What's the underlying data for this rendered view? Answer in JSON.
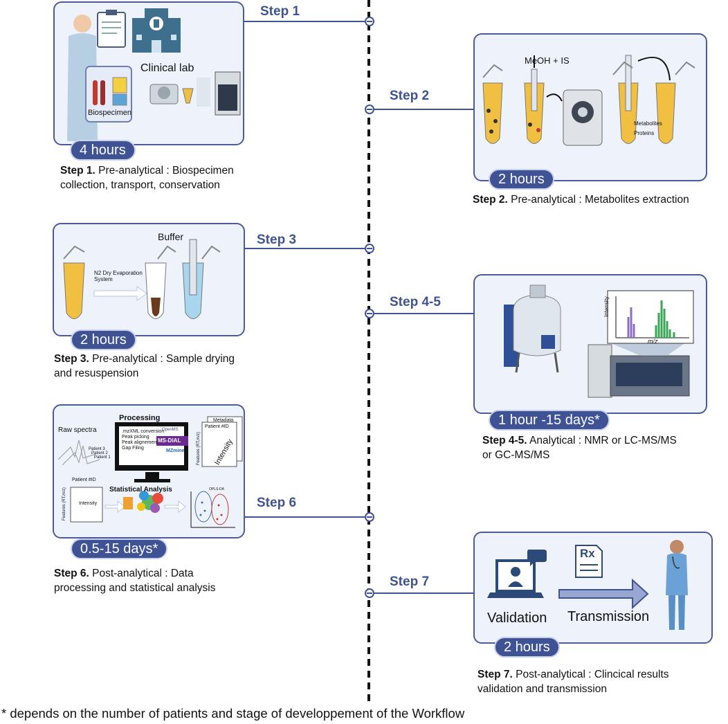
{
  "steps": [
    {
      "id": "1",
      "label": "Step 1",
      "duration": "4 hours",
      "title": "Step 1.",
      "desc_line1": " Pre-analytical : Biospecimen",
      "desc_line2": "collection, transport, conservation",
      "art": {
        "clinical_lab": "Clinical lab",
        "biospecimen": "Biospecimen"
      }
    },
    {
      "id": "2",
      "label": "Step 2",
      "duration": "2 hours",
      "title": "Step 2.",
      "desc_line1": " Pre-analytical : Metabolites extraction",
      "art": {
        "reagent": "MeOH + IS",
        "metabolites": "Metabolites",
        "proteins": "Proteins"
      }
    },
    {
      "id": "3",
      "label": "Step 3",
      "duration": "2 hours",
      "title": "Step 3.",
      "desc_line1": " Pre-analytical : Sample drying",
      "desc_line2": "and resuspension",
      "art": {
        "buffer": "Buffer",
        "evap_line1": "N2 Dry Evaporation",
        "evap_line2": "System"
      }
    },
    {
      "id": "4-5",
      "label": "Step 4-5",
      "duration": "1 hour -15 days*",
      "title": "Step 4-5.",
      "desc_line1": " Analytical : NMR or LC-MS/MS",
      "desc_line2": "or GC-MS/MS",
      "art": {
        "y_axis": "Intensity",
        "x_axis": "m/z"
      }
    },
    {
      "id": "6",
      "label": "Step 6",
      "duration": "0.5-15 days*",
      "title": "Step 6.",
      "desc_line1": " Post-analytical : Data",
      "desc_line2": "processing and statistical analysis",
      "art": {
        "raw_spectra": "Raw spectra",
        "patient3": "Patient 3",
        "patient2": "Patient 2",
        "patient1": "Patient 1",
        "processing": "Processing",
        "proc1": ".mzXML conversion",
        "proc2": "Peak picking",
        "proc3": "Peak alignement",
        "proc4": "Gap Filing",
        "tool1": "OpenMS",
        "tool2": "MS-DIAL",
        "tool3": "MZmine",
        "metadata": "Metadata",
        "patient_id": "Patient #ID",
        "features": "Features (RT,m/z)",
        "intensity": "Intensity",
        "stats": "Statistical Analysis",
        "oplsda": "OPLS-DA"
      }
    },
    {
      "id": "7",
      "label": "Step 7",
      "duration": "2 hours",
      "title": "Step 7.",
      "desc_line1": " Post-analytical : Clincical results",
      "desc_line2": "validation and transmission",
      "art": {
        "validation": "Validation",
        "transmission": "Transmission",
        "rx": "Rx"
      }
    }
  ],
  "footnote": "* depends on the number of patients and stage of developpement of the Workflow",
  "colors": {
    "accent": "#3f5294",
    "box_fill": "#eef2fb",
    "box_border": "#4a5a9a",
    "sample_yellow": "#f1c043",
    "dried_brown": "#6b3a1e",
    "buffer_blue": "#a9d6ef",
    "peak_green": "#3aa655",
    "peak_purple": "#8a6fc4"
  }
}
